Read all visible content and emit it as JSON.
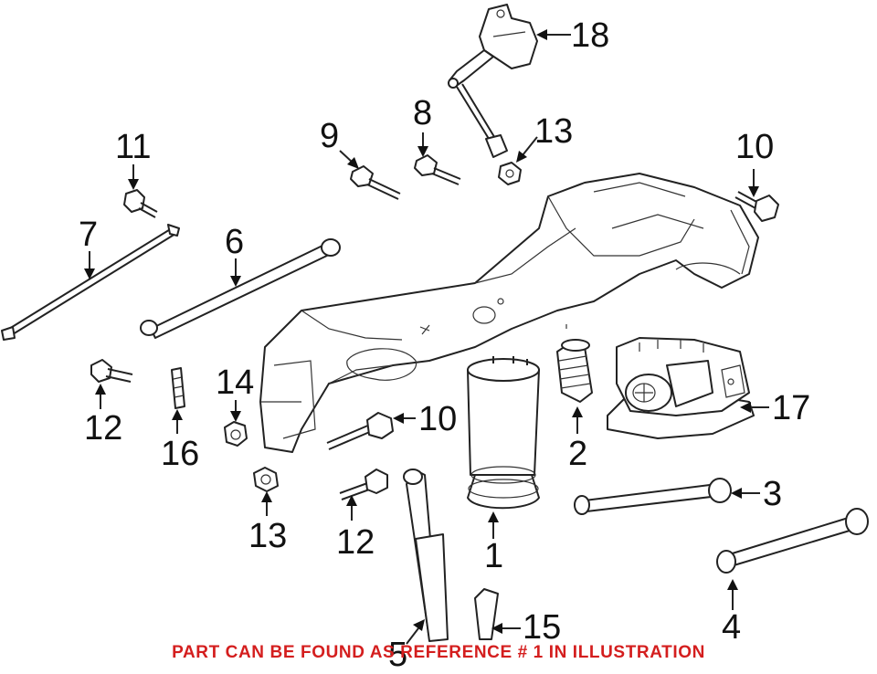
{
  "callouts": [
    {
      "id": "c1",
      "text": "1"
    },
    {
      "id": "c2",
      "text": "2"
    },
    {
      "id": "c3",
      "text": "3"
    },
    {
      "id": "c4",
      "text": "4"
    },
    {
      "id": "c5",
      "text": "5"
    },
    {
      "id": "c6",
      "text": "6"
    },
    {
      "id": "c7",
      "text": "7"
    },
    {
      "id": "c8",
      "text": "8"
    },
    {
      "id": "c9",
      "text": "9"
    },
    {
      "id": "c10a",
      "text": "10"
    },
    {
      "id": "c10b",
      "text": "10"
    },
    {
      "id": "c11",
      "text": "11"
    },
    {
      "id": "c12a",
      "text": "12"
    },
    {
      "id": "c12b",
      "text": "12"
    },
    {
      "id": "c13a",
      "text": "13"
    },
    {
      "id": "c13b",
      "text": "13"
    },
    {
      "id": "c14",
      "text": "14"
    },
    {
      "id": "c15",
      "text": "15"
    },
    {
      "id": "c16",
      "text": "16"
    },
    {
      "id": "c17",
      "text": "17"
    },
    {
      "id": "c18",
      "text": "18"
    }
  ],
  "footer": {
    "text": "PART CAN BE FOUND AS REFERENCE # 1 IN ILLUSTRATION",
    "color": "#d41e1e"
  }
}
